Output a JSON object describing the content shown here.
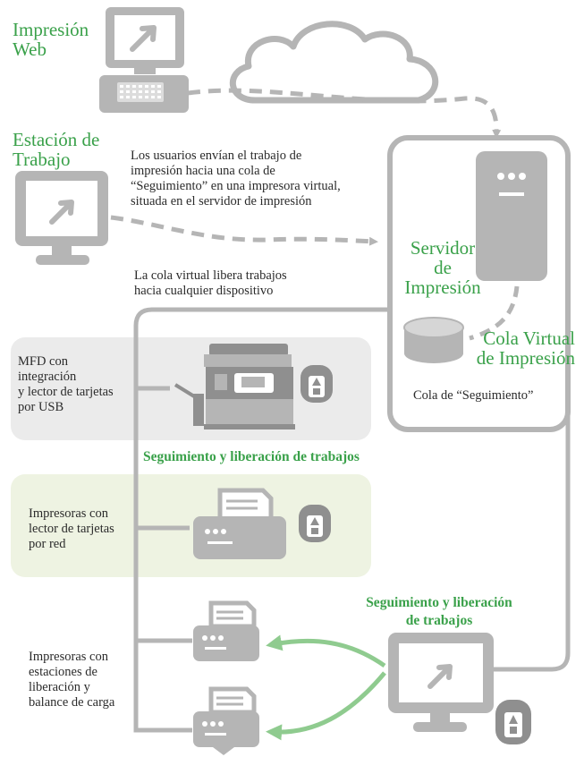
{
  "labels": {
    "web_print": [
      "Impresión",
      "Web"
    ],
    "workstation": [
      "Estación de",
      "Trabajo"
    ],
    "users_send": [
      "Los usuarios envían el trabajo de",
      "impresión hacia una cola de",
      "“Seguimiento” en una impresora virtual,",
      "situada en el servidor de impresión"
    ],
    "virtual_queue_release": [
      "La cola virtual libera trabajos",
      "hacia cualquier dispositivo"
    ],
    "print_server": [
      "Servidor",
      "de",
      "Impresión"
    ],
    "virtual_queue": [
      "Cola Virtual",
      "de Impresión"
    ],
    "follow_queue": "Cola de “Seguimiento”",
    "mfd": [
      "MFD con",
      "integración",
      "y lector de tarjetas",
      "por USB"
    ],
    "follow_release_1": "Seguimiento y liberación de trabajos",
    "network_printers": [
      "Impresoras con",
      "lector de tarjetas",
      "por red"
    ],
    "follow_release_2": [
      "Seguimiento y liberación",
      "de trabajos"
    ],
    "release_stations": [
      "Impresoras con",
      "estaciones de",
      "liberación y",
      "balance de carga"
    ]
  },
  "colors": {
    "gray": "#b5b5b5",
    "dark_gray": "#8f8f8f",
    "green": "#3aa14a",
    "light_green": "#8fcb8f",
    "mfd_panel": "#ebebeb",
    "network_panel": "#eef3e2"
  },
  "icons": [
    "web-computer-icon",
    "keyboard-icon",
    "cloud-icon",
    "workstation-monitor-icon",
    "server-tower-icon",
    "database-icon",
    "mfd-icon",
    "card-reader-icon",
    "printer-icon",
    "release-station-monitor-icon"
  ]
}
